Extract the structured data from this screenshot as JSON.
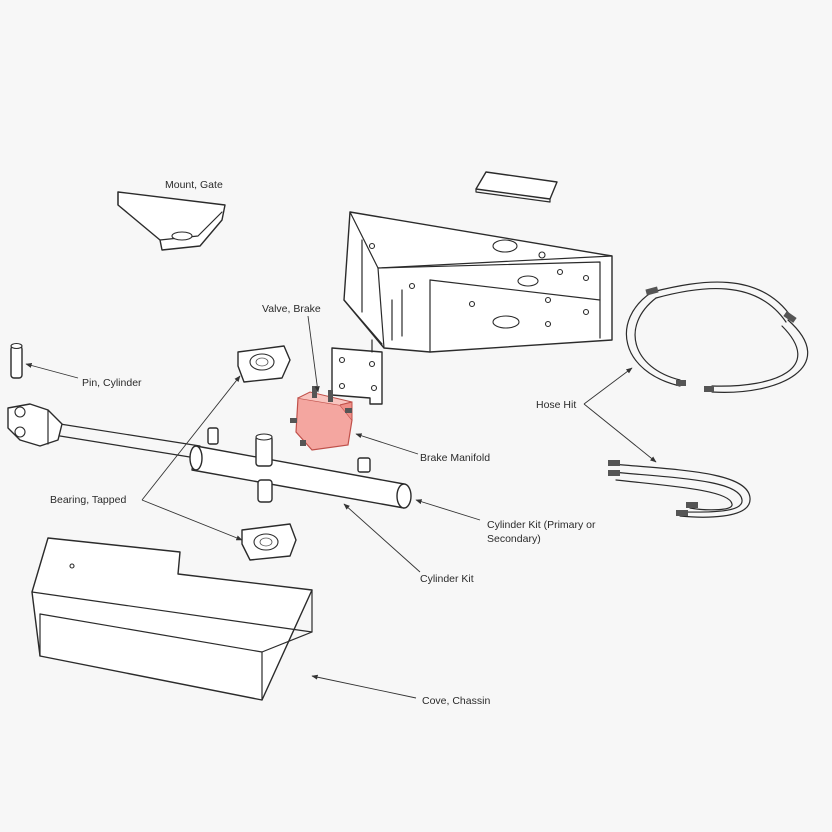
{
  "diagram": {
    "labels": {
      "mount_gate": "Mount, Gate",
      "valve_brake": "Valve, Brake",
      "pin_cylinder": "Pin, Cylinder",
      "hose_kit": "Hose Hit",
      "brake_manifold": "Brake Manifold",
      "bearing_tapped": "Bearing, Tapped",
      "cylinder_kit_primary_line1": "Cylinder Kit (Primary or",
      "cylinder_kit_primary_line2": "Secondary)",
      "cylinder_kit": "Cylinder Kit",
      "cover_chassis": "Cove, Chassin"
    },
    "colors": {
      "line": "#2b2b2b",
      "background": "#f7f7f7",
      "manifold_fill": "#f4a6a0",
      "manifold_stroke": "#c0504a"
    }
  }
}
